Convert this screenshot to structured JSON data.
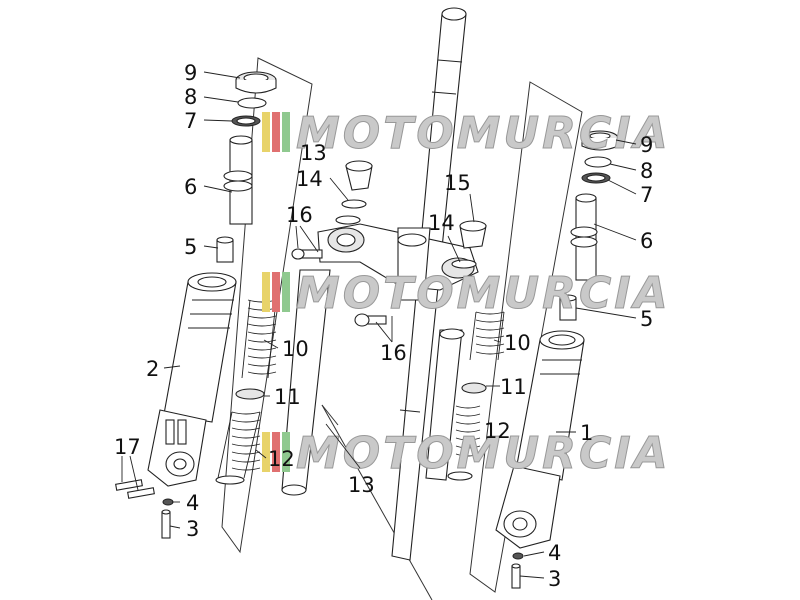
{
  "diagram": {
    "watermark": "MOTOMURCIA",
    "colors": {
      "line": "#222222",
      "watermark_gray": "#c9c9c9",
      "stripe_yellow": "#e8d36a",
      "stripe_red": "#e07070",
      "stripe_green": "#8fc98f"
    },
    "labels": {
      "l9": "9",
      "l8": "8",
      "l7": "7",
      "l6": "6",
      "l5": "5",
      "l2": "2",
      "l17": "17",
      "l4": "4",
      "l3": "3",
      "l13top": "13",
      "l14a": "14",
      "l16a": "16",
      "l10a": "10",
      "l11a": "11",
      "l12a": "12",
      "l13": "13",
      "l16b": "16",
      "l15": "15",
      "l14b": "14",
      "l10b": "10",
      "l11b": "11",
      "l12b": "12",
      "r9": "9",
      "r8": "8",
      "r7": "7",
      "r6": "6",
      "r5": "5",
      "r1": "1",
      "r4": "4",
      "r3": "3"
    }
  }
}
